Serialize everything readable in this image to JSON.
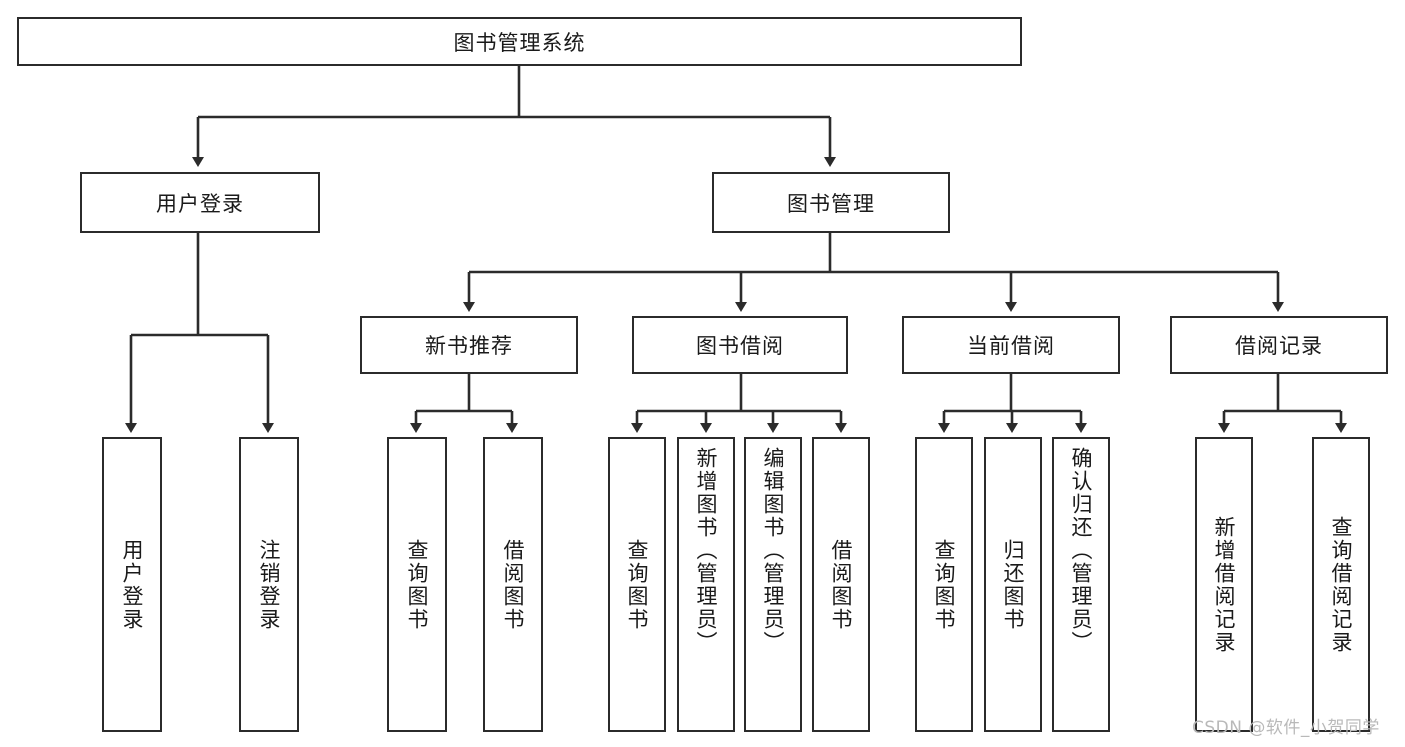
{
  "diagram": {
    "type": "tree-hierarchy",
    "title": "图书管理系统",
    "orientation": "top-down",
    "root": {
      "id": "root",
      "label": "图书管理系统",
      "text_direction": "horizontal"
    },
    "level2": [
      {
        "id": "user-login",
        "label": "用户登录",
        "text_direction": "horizontal"
      },
      {
        "id": "book-management",
        "label": "图书管理",
        "text_direction": "horizontal"
      }
    ],
    "level3": [
      {
        "id": "new-book-recommend",
        "label": "新书推荐",
        "text_direction": "horizontal",
        "parent": "book-management"
      },
      {
        "id": "book-borrow",
        "label": "图书借阅",
        "text_direction": "horizontal",
        "parent": "book-management"
      },
      {
        "id": "current-borrow",
        "label": "当前借阅",
        "text_direction": "horizontal",
        "parent": "book-management"
      },
      {
        "id": "borrow-record",
        "label": "借阅记录",
        "text_direction": "horizontal",
        "parent": "book-management"
      }
    ],
    "leaves": [
      {
        "id": "leaf-user-login",
        "label": "用户登录",
        "parent": "user-login",
        "text_direction": "vertical"
      },
      {
        "id": "leaf-user-logout",
        "label": "注销登录",
        "parent": "user-login",
        "text_direction": "vertical"
      },
      {
        "id": "leaf-query-book-1",
        "label": "查询图书",
        "parent": "new-book-recommend",
        "text_direction": "vertical"
      },
      {
        "id": "leaf-borrow-book-1",
        "label": "借阅图书",
        "parent": "new-book-recommend",
        "text_direction": "vertical"
      },
      {
        "id": "leaf-query-book-2",
        "label": "查询图书",
        "parent": "book-borrow",
        "text_direction": "vertical"
      },
      {
        "id": "leaf-add-book",
        "label": "新增图书（管理员）",
        "parent": "book-borrow",
        "text_direction": "vertical"
      },
      {
        "id": "leaf-edit-book",
        "label": "编辑图书（管理员）",
        "parent": "book-borrow",
        "text_direction": "vertical"
      },
      {
        "id": "leaf-borrow-book-2",
        "label": "借阅图书",
        "parent": "book-borrow",
        "text_direction": "vertical"
      },
      {
        "id": "leaf-query-book-3",
        "label": "查询图书",
        "parent": "current-borrow",
        "text_direction": "vertical"
      },
      {
        "id": "leaf-return-book",
        "label": "归还图书",
        "parent": "current-borrow",
        "text_direction": "vertical"
      },
      {
        "id": "leaf-confirm-return",
        "label": "确认归还（管理员）",
        "parent": "current-borrow",
        "text_direction": "vertical"
      },
      {
        "id": "leaf-add-borrow-record",
        "label": "新增借阅记录",
        "parent": "borrow-record",
        "text_direction": "vertical"
      },
      {
        "id": "leaf-query-borrow-record",
        "label": "查询借阅记录",
        "parent": "borrow-record",
        "text_direction": "vertical"
      }
    ],
    "colors": {
      "box_border": "#2b2b2b",
      "box_fill": "#ffffff",
      "connector": "#2b2b2b",
      "text": "#1a1a1a",
      "watermark": "#b9b9b9",
      "background": "#ffffff"
    }
  },
  "watermark": {
    "text": "CSDN @软件_小贺同学"
  }
}
